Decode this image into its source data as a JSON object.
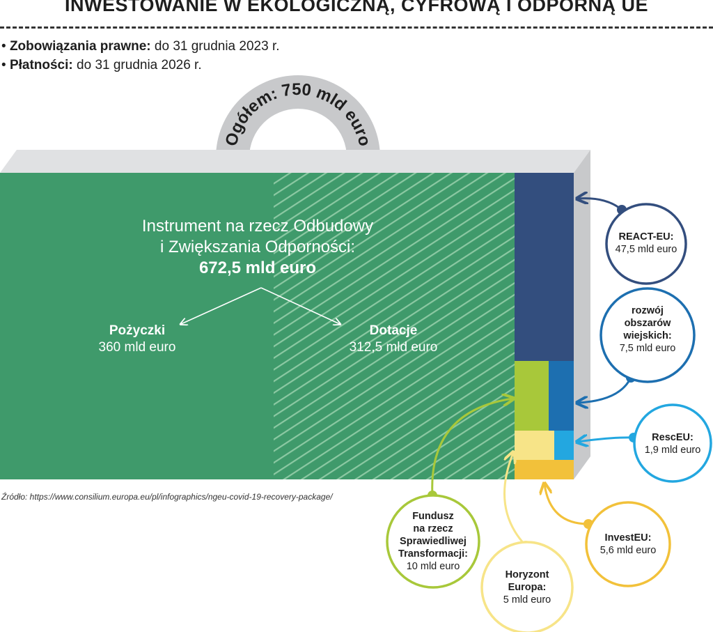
{
  "title": "INWESTOWANIE W EKOLOGICZNĄ, CYFROWĄ I ODPORNĄ UE",
  "bullets": [
    {
      "label": "Zobowiązania prawne:",
      "text": " do 31 grudnia 2023 r."
    },
    {
      "label": "Płatności:",
      "text": " do 31 grudnia 2026 r."
    }
  ],
  "total_label": "Ogółem: 750 mld euro",
  "rrf": {
    "line1": "Instrument na rzecz Odbudowy",
    "line2": "i Zwiększania Odporności:",
    "value": "672,5 mld euro"
  },
  "loans": {
    "name": "Pożyczki",
    "value": "360 mld euro"
  },
  "grants": {
    "name": "Dotacje",
    "value": "312,5 mld euro"
  },
  "source": "Źródło: https://www.consilium.europa.eu/pl/infographics/ngeu-covid-19-recovery-package/",
  "programs": {
    "react": {
      "name": "REACT-EU:",
      "value": "47,5 mld euro",
      "color": "#334e7e"
    },
    "rural": {
      "name1": "rozwój",
      "name2": "obszarów",
      "name3": "wiejskich:",
      "value": "7,5 mld euro",
      "color": "#1d6fb0"
    },
    "resceu": {
      "name": "RescEU:",
      "value": "1,9 mld euro",
      "color": "#23a7e0"
    },
    "investeu": {
      "name": "InvestEU:",
      "value": "5,6 mld euro",
      "color": "#f2c13a"
    },
    "horizon": {
      "name1": "Horyzont",
      "name2": "Europa:",
      "value": "5 mld euro",
      "color": "#f7e488"
    },
    "jtf": {
      "name1": "Fundusz",
      "name2": "na rzecz",
      "name3": "Sprawiedliwej",
      "name4": "Transformacji:",
      "value": "10 mld euro",
      "color": "#a8c83a"
    }
  },
  "chart_data": {
    "type": "bar",
    "title": "",
    "total": 750,
    "unit": "mld euro",
    "categories": [
      "Pożyczki",
      "Dotacje",
      "REACT-EU",
      "rozwój obszarów wiejskich",
      "Fundusz na rzecz Sprawiedliwej Transformacji",
      "Horyzont Europa",
      "RescEU",
      "InvestEU"
    ],
    "values": [
      360,
      312.5,
      47.5,
      7.5,
      10,
      5,
      1.9,
      5.6
    ]
  }
}
